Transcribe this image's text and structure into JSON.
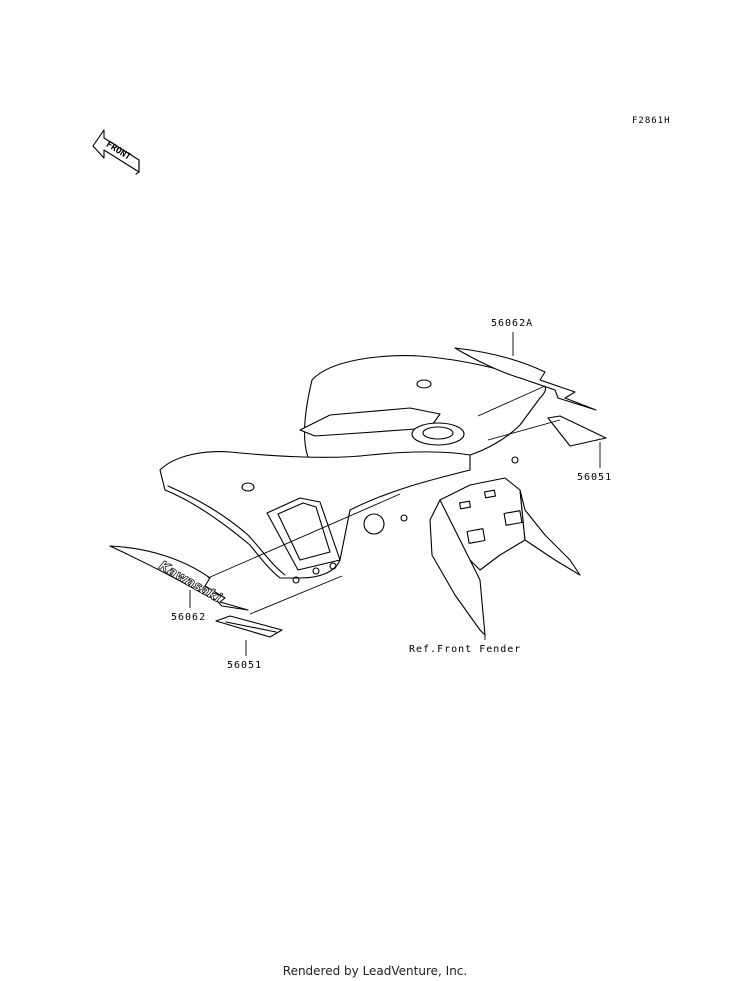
{
  "figure_code": "F2861H",
  "front_arrow_label": "FRONT",
  "parts": {
    "p56062a": "56062A",
    "p56051_right": "56051",
    "p56062": "56062",
    "p56051_left": "56051"
  },
  "reference_label": "Ref.Front Fender",
  "decal_brand_text": "Kawasaki",
  "footer": "Rendered by LeadVenture, Inc."
}
